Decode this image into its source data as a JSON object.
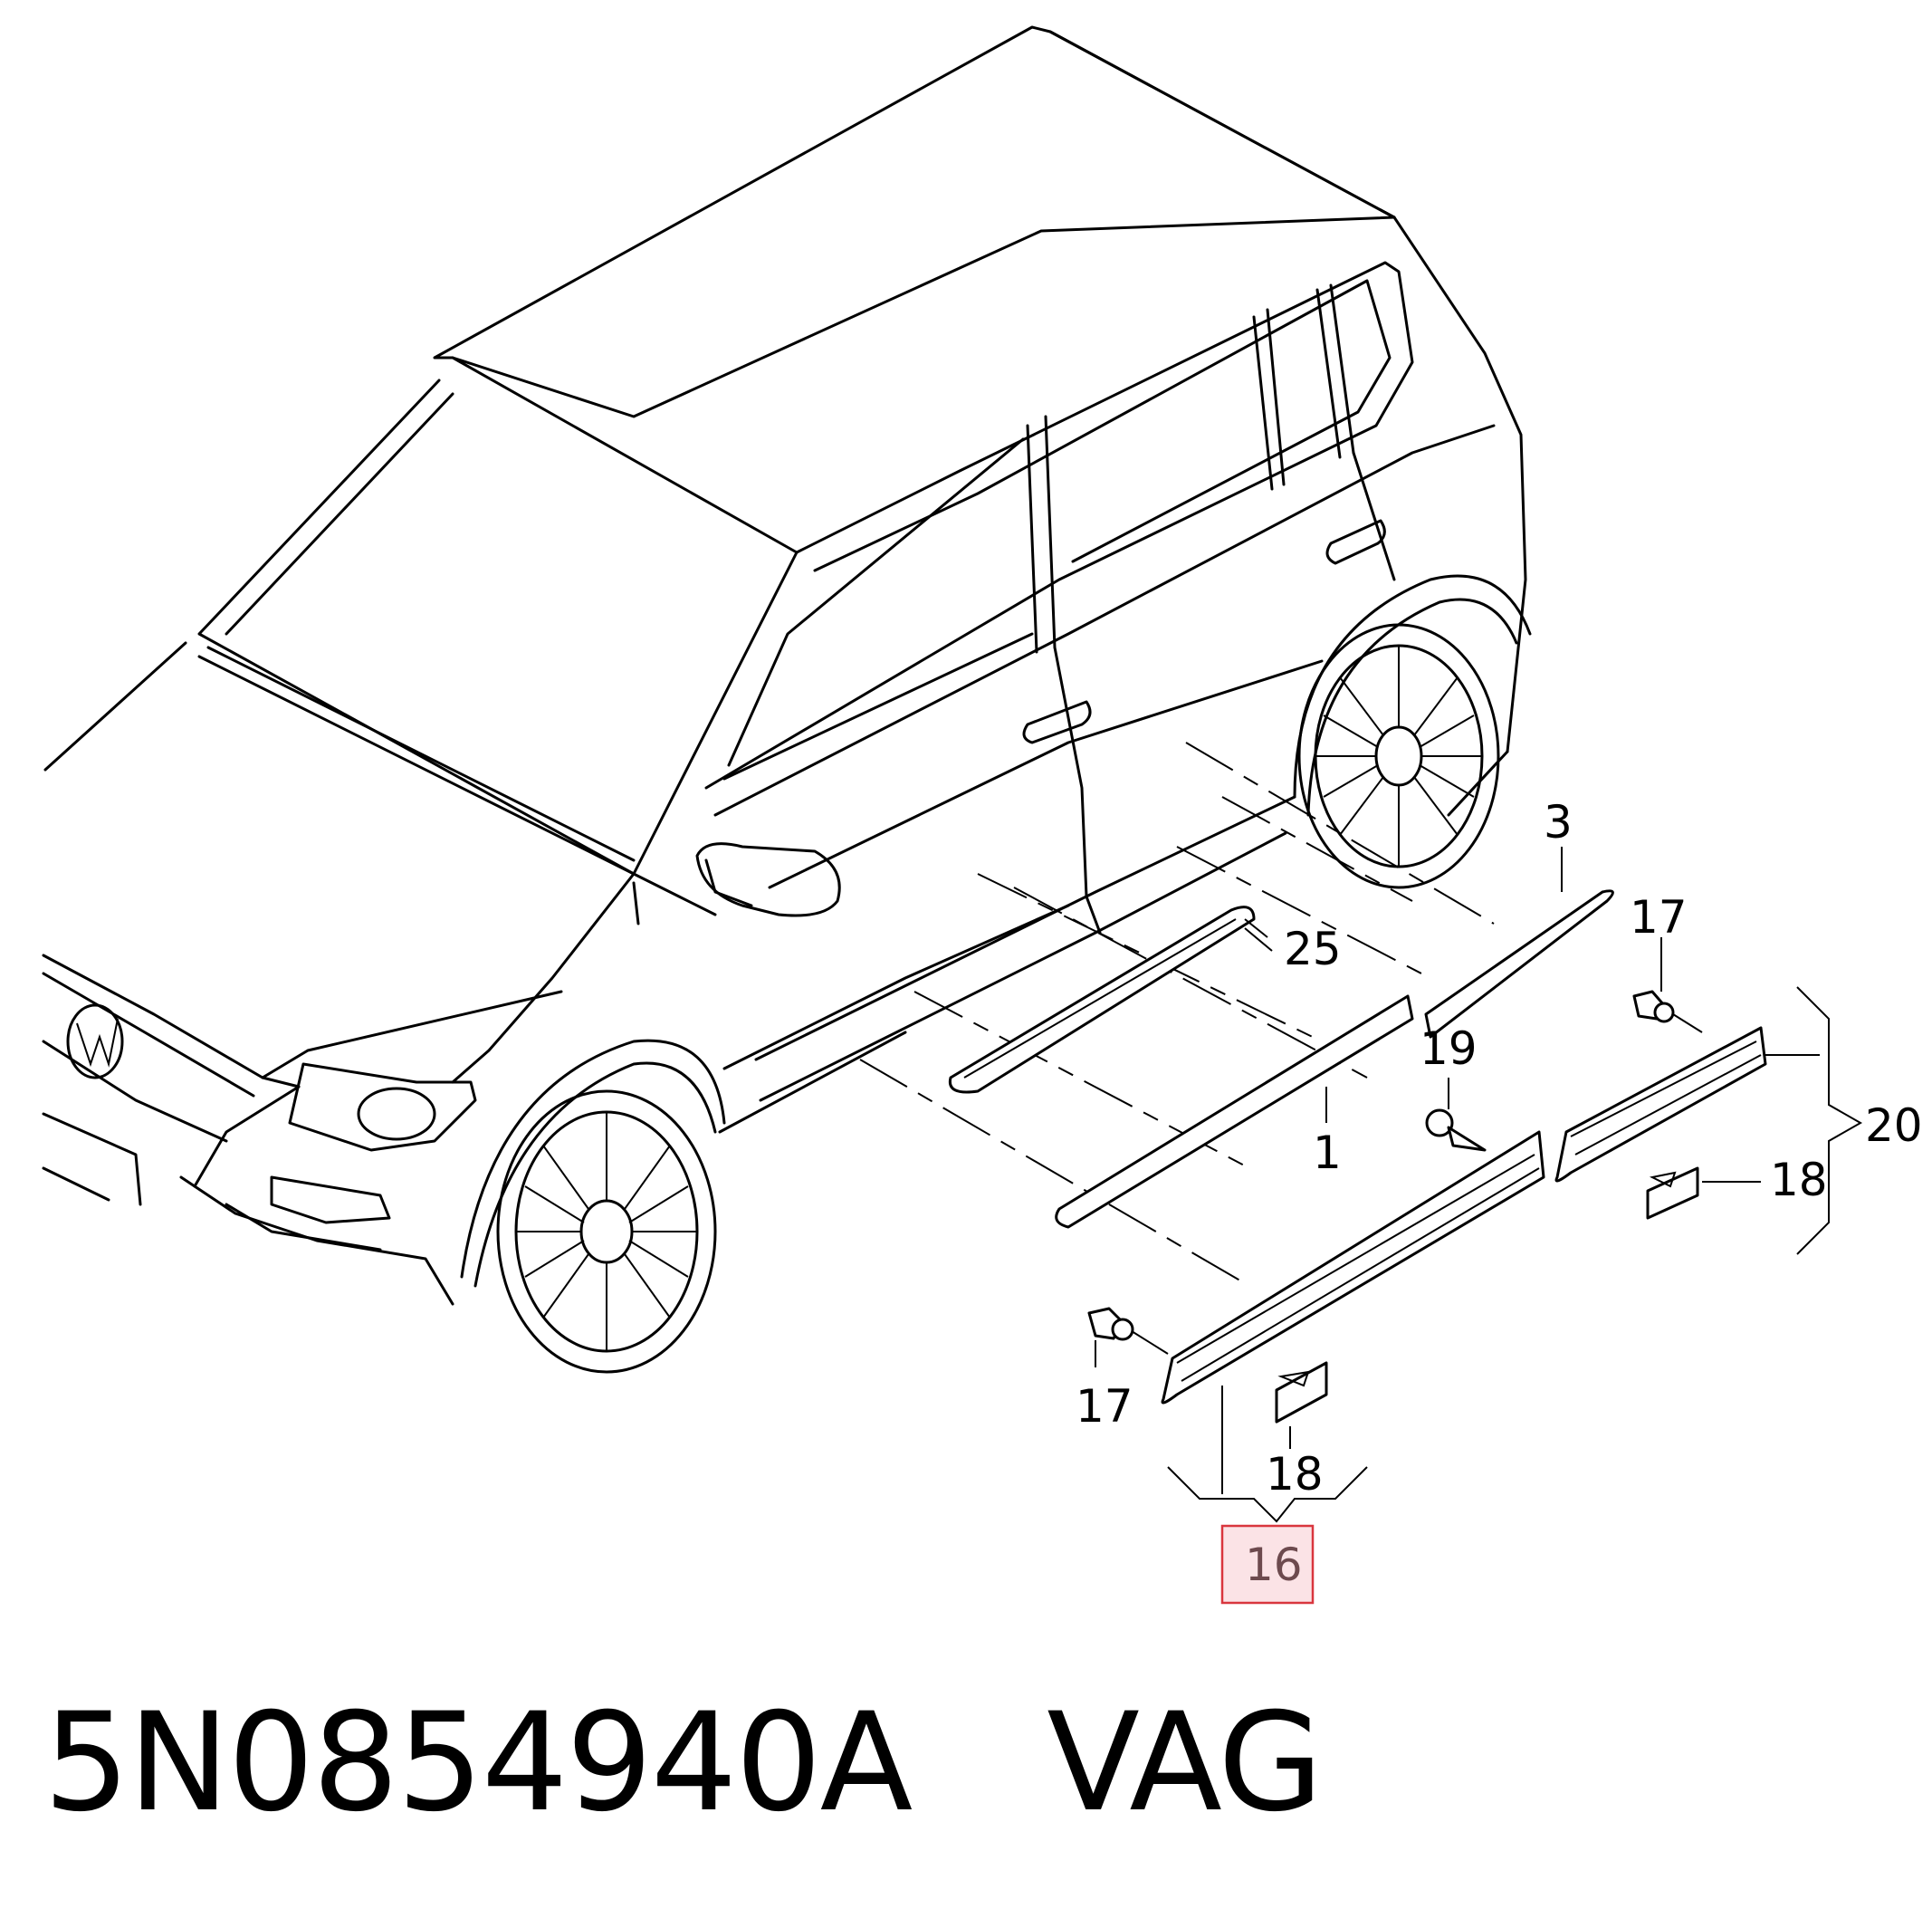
{
  "callouts": {
    "c1": "1",
    "c3": "3",
    "c16": "16",
    "c17_right": "17",
    "c17_left": "17",
    "c18_right": "18",
    "c18_bottom": "18",
    "c19": "19",
    "c20": "20",
    "c25": "25"
  },
  "highlighted_part": "16",
  "footer": {
    "part_number": "5N0854940A",
    "brand": "VAG"
  },
  "colors": {
    "line": "#000000",
    "highlight_fill": "#fbe3e6",
    "highlight_stroke": "#d9363e",
    "highlight_text": "#6d4a4e"
  },
  "icons": [
    "vw-logo-icon",
    "wheel-icon",
    "clip-icon",
    "screw-icon",
    "rivet-icon"
  ]
}
